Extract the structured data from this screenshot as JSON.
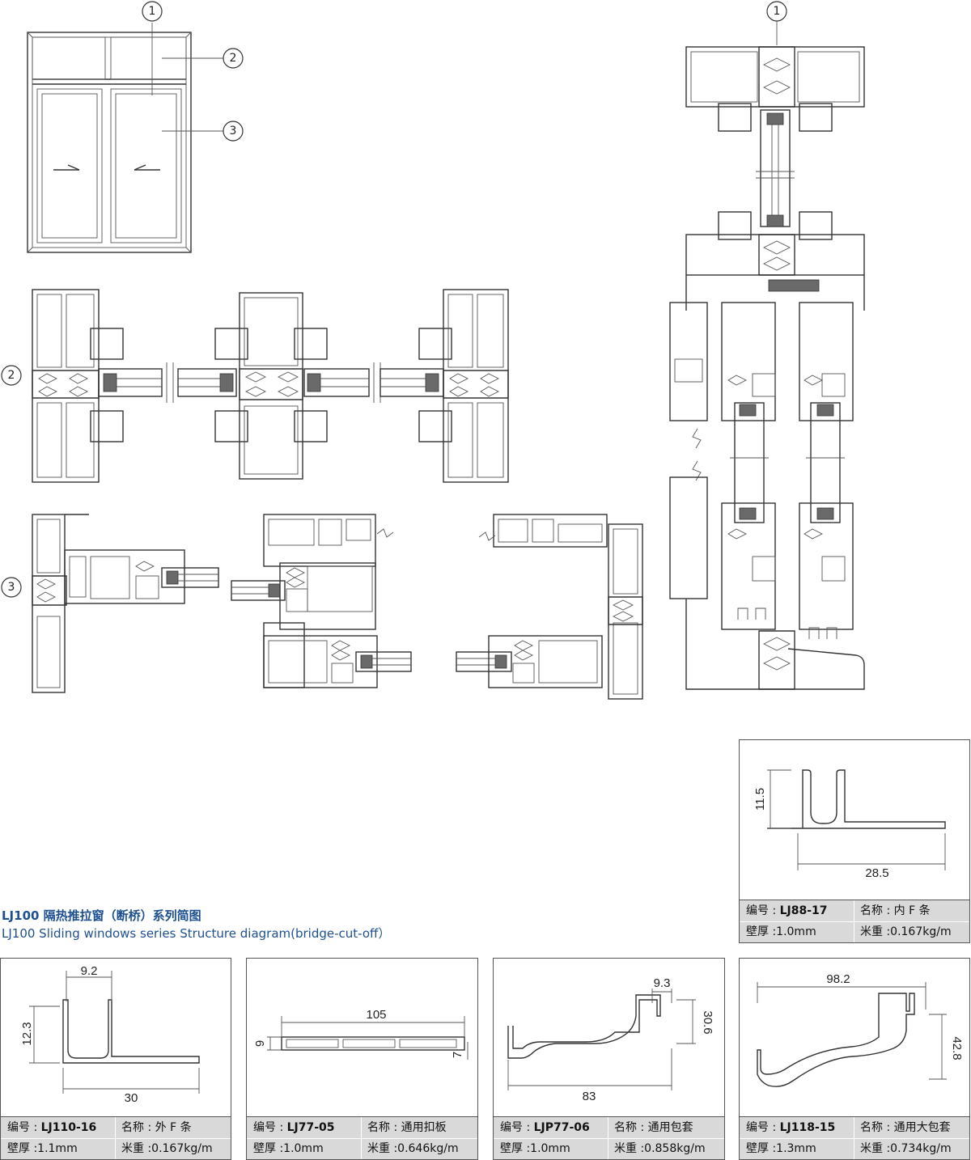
{
  "callouts": {
    "c1": "1",
    "c2": "2",
    "c3": "3"
  },
  "title": {
    "cn": "LJ100 隔热推拉窗（断桥）系列简图",
    "en": "LJ100 Sliding windows series Structure diagram(bridge-cut-off）"
  },
  "labels": {
    "code": "编号 :",
    "name": "名称 :",
    "wall": "壁厚 :",
    "weight": "米重 :"
  },
  "cards": [
    {
      "code": "LJ88-17",
      "name": "内 F 条",
      "wall": "1.0mm",
      "weight": "0.167kg/m",
      "dims": [
        "11.5",
        "28.5"
      ]
    },
    {
      "code": "LJ110-16",
      "name": "外 F 条",
      "wall": "1.1mm",
      "weight": "0.167kg/m",
      "dims": [
        "9.2",
        "12.3",
        "30"
      ]
    },
    {
      "code": "LJ77-05",
      "name": "通用扣板",
      "wall": "1.0mm",
      "weight": "0.646kg/m",
      "dims": [
        "105",
        "9",
        "7"
      ]
    },
    {
      "code": "LJP77-06",
      "name": "通用包套",
      "wall": "1.0mm",
      "weight": "0.858kg/m",
      "dims": [
        "9.3",
        "30.6",
        "83"
      ]
    },
    {
      "code": "LJ118-15",
      "name": "通用大包套",
      "wall": "1.3mm",
      "weight": "0.734kg/m",
      "dims": [
        "98.2",
        "42.8"
      ]
    }
  ]
}
